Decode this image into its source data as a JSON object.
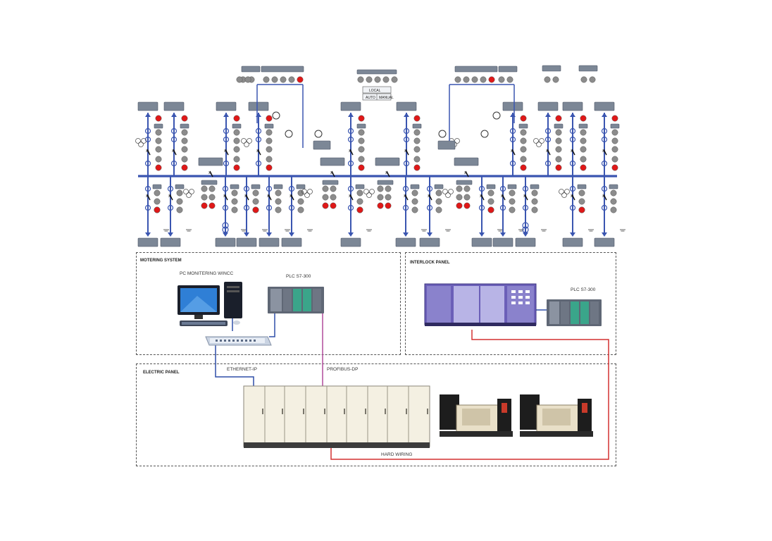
{
  "sections": {
    "monitoring_title": "MOTERING SYSTEM",
    "interlock_title": "INTERLOCK PANEL",
    "electric_title": "ELECTRIC PANEL"
  },
  "labels": {
    "pc_monitoring": "PC MONITERING WINCC",
    "plc_monitoring": "PLC S7-300",
    "plc_interlock": "PLC S7-300",
    "ethernet": "ETHERNET-IP",
    "profibus": "PROFIBUS-DP",
    "hard_wiring": "HARD WIRING",
    "local": "LOCAL",
    "auto": "AUTO",
    "manual": "MANUAL"
  },
  "colors": {
    "bus_blue": "#3a55b0",
    "ethernet_blue": "#2f4fa8",
    "profibus_purple": "#b04a9a",
    "hardwire_red": "#d43030",
    "indicator_red": "#e01818",
    "indicator_grey": "#8c8c8c",
    "tag_fill": "#7c8796"
  }
}
